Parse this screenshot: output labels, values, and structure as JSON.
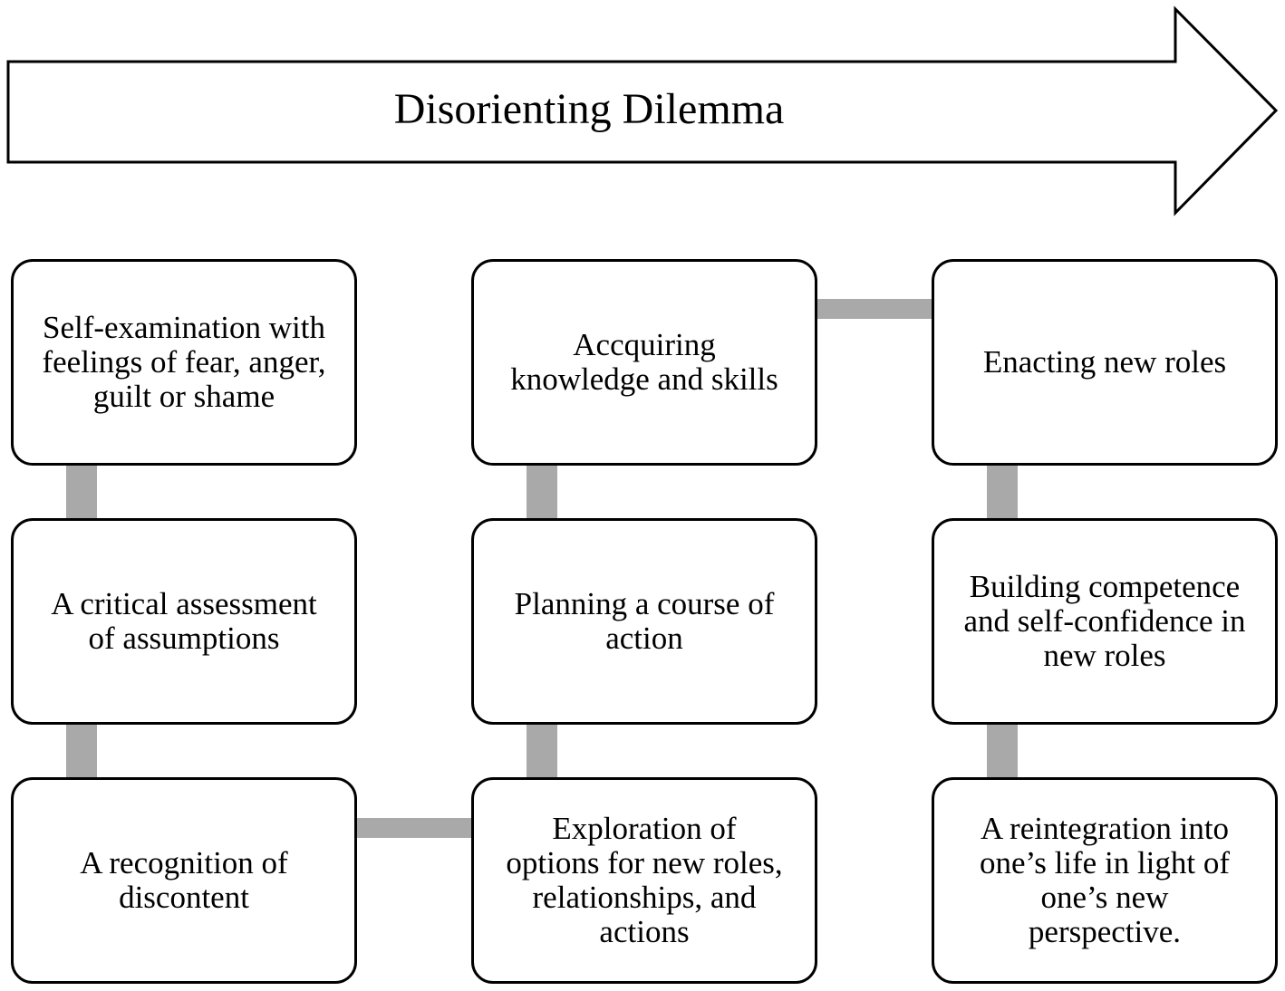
{
  "header": {
    "arrow_label": "Disorienting Dilemma"
  },
  "boxes": {
    "self_examination": "Self-examination with\nfeelings of fear, anger,\nguilt or shame",
    "critical_assessment": "A critical assessment\nof assumptions",
    "recognition": "A recognition of\ndiscontent",
    "acquiring": "Accquiring\nknowledge and skills",
    "planning": "Planning a course of\naction",
    "exploration": "Exploration of\noptions for new roles,\nrelationships, and\nactions",
    "enacting": "Enacting new roles",
    "building": "Building competence\nand self-confidence in\nnew roles",
    "reintegration": "A reintegration into\none’s life in light of\none’s new\nperspective."
  },
  "colors": {
    "connector": "#a9a9a9",
    "border": "#000000",
    "background": "#ffffff"
  }
}
